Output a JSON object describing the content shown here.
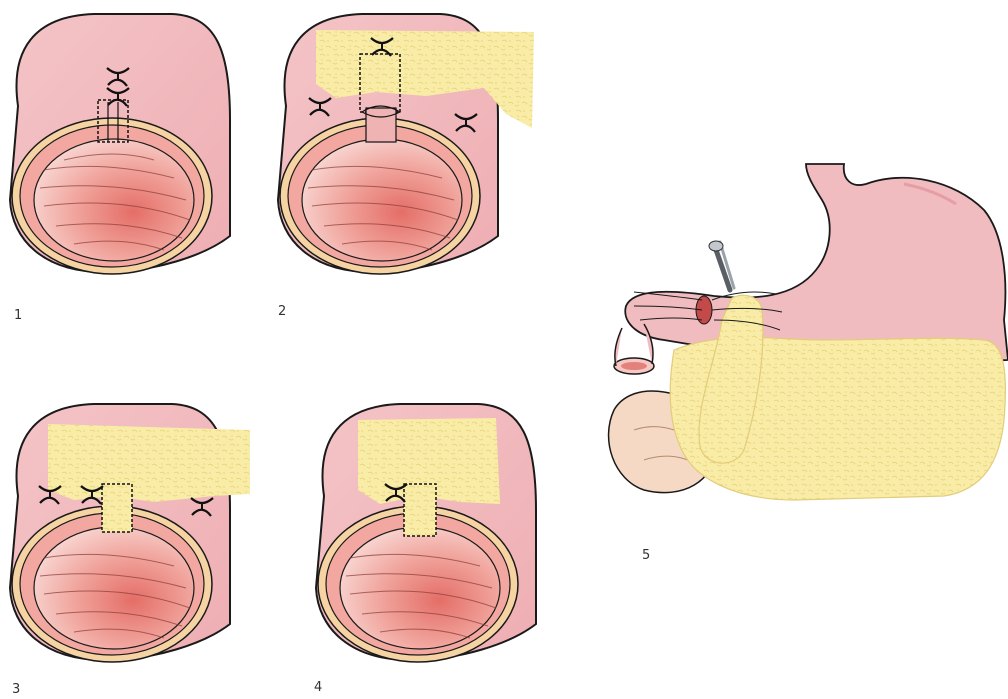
{
  "colors": {
    "wall_pink": "#f2bcc0",
    "mucosa_light": "#f7c9c6",
    "mucosa_dark": "#e8857d",
    "fat_yellow": "#f8eca6",
    "outline": "#1a1a1a",
    "bowel_beige": "#f5d9c4",
    "instrument": "#9aa3ab"
  },
  "panels": [
    {
      "label": "1"
    },
    {
      "label": "2"
    },
    {
      "label": "3"
    },
    {
      "label": "4"
    },
    {
      "label": "5"
    }
  ],
  "icons": {
    "suture": "suture-knot-icon",
    "clamp": "forceps-icon"
  }
}
